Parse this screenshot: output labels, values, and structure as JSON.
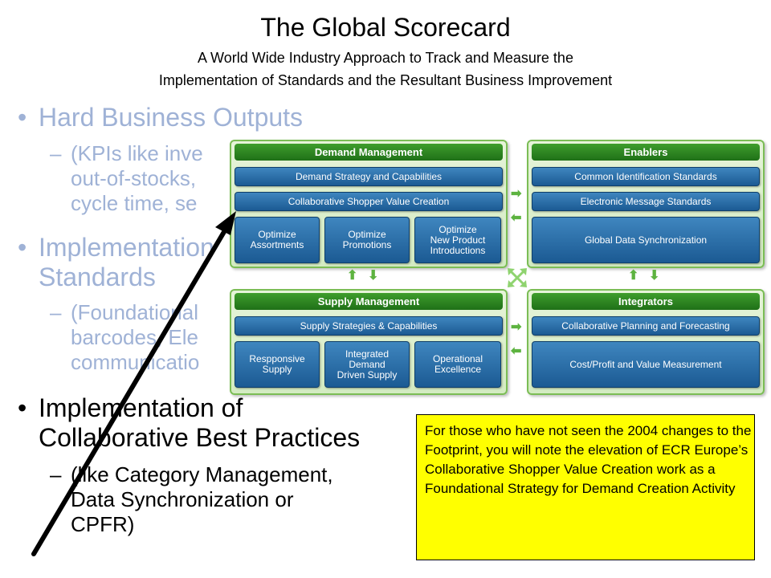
{
  "header": {
    "title": "The Global Scorecard",
    "subtitle_line1": "A World Wide Industry Approach to Track and Measure the",
    "subtitle_line2": "Implementation of Standards and the Resultant Business  Improvement"
  },
  "bullets": {
    "b1": "Hard Business Outputs",
    "b1_sub": [
      "(KPIs like inve",
      "out-of-stocks,",
      "cycle time, se"
    ],
    "b2": [
      "Implementation",
      "Standards"
    ],
    "b2_sub": [
      "(Foundational",
      "barcodes, Ele",
      "communicatio"
    ],
    "b3": [
      "Implementation of",
      "Collaborative Best Practices"
    ],
    "b3_sub": [
      "(like Category Management,",
      "Data Synchronization or",
      "CPFR)"
    ],
    "bullet_char": "•",
    "dash_char": "–"
  },
  "footprint": {
    "demand": {
      "title": "Demand Management",
      "row1": "Demand Strategy and Capabilities",
      "row2": "Collaborative Shopper Value Creation",
      "cells": [
        "Optimize\nAssortments",
        "Optimize\nPromotions",
        "Optimize\nNew Product\nIntroductions"
      ]
    },
    "enablers": {
      "title": "Enablers",
      "row1": "Common Identification Standards",
      "row2": "Electronic Message Standards",
      "row3": "Global Data Synchronization"
    },
    "supply": {
      "title": "Supply Management",
      "row1": "Supply Strategies & Capabilities",
      "cells": [
        "Respponsive\nSupply",
        "Integrated\nDemand\nDriven Supply",
        "Operational\nExcellence"
      ]
    },
    "integrators": {
      "title": "Integrators",
      "row1": "Collaborative Planning and Forecasting",
      "row2": "Cost/Profit and Value Measurement"
    },
    "arrow_color": "#5db340"
  },
  "note": {
    "text": "For those who have not seen the 2004 changes to the Footprint, you will note the elevation of ECR Europe’s Collaborative Shopper Value Creation work as a Foundational Strategy for Demand Creation Activity"
  }
}
